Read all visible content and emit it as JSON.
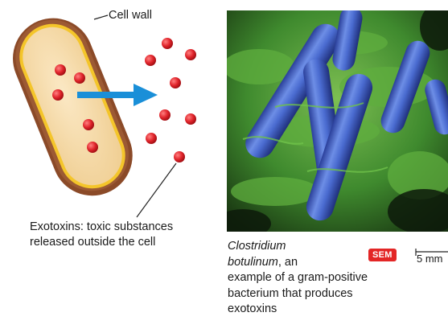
{
  "diagram": {
    "cell_wall_label": "Cell wall",
    "exotoxin_label_line1": "Exotoxins: toxic substances",
    "exotoxin_label_line2": "released outside the cell"
  },
  "photo": {
    "badge": "SEM",
    "scale_label": "5 mm",
    "caption_species_line1": "Clostridium",
    "caption_species_line2": "botulinum",
    "caption_rest_line2": ", an",
    "caption_line3": "example of a gram-positive",
    "caption_line4": "bacterium that produces",
    "caption_line5": "exotoxins"
  },
  "colors": {
    "cell_wall": "#8b4a28",
    "cytoplasm": "#f7dcaa",
    "membrane": "#f2c81e",
    "toxin": "#e0242b",
    "arrow": "#1a8fd8",
    "bacteria_blue": "#3f62c8",
    "matrix_green": "#4f9a3a",
    "badge": "#e32626"
  }
}
